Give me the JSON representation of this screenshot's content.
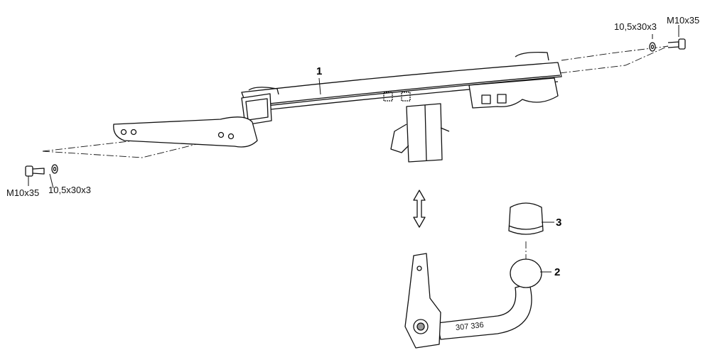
{
  "parts": {
    "crossbar_label": "1",
    "ball_neck_label": "2",
    "cap_label": "3",
    "ball_neck_stamp": "307 336"
  },
  "fasteners": {
    "left_bolt": "M10x35",
    "left_washer": "10,5x30x3",
    "right_bolt": "M10x35",
    "right_washer": "10,5x30x3"
  }
}
